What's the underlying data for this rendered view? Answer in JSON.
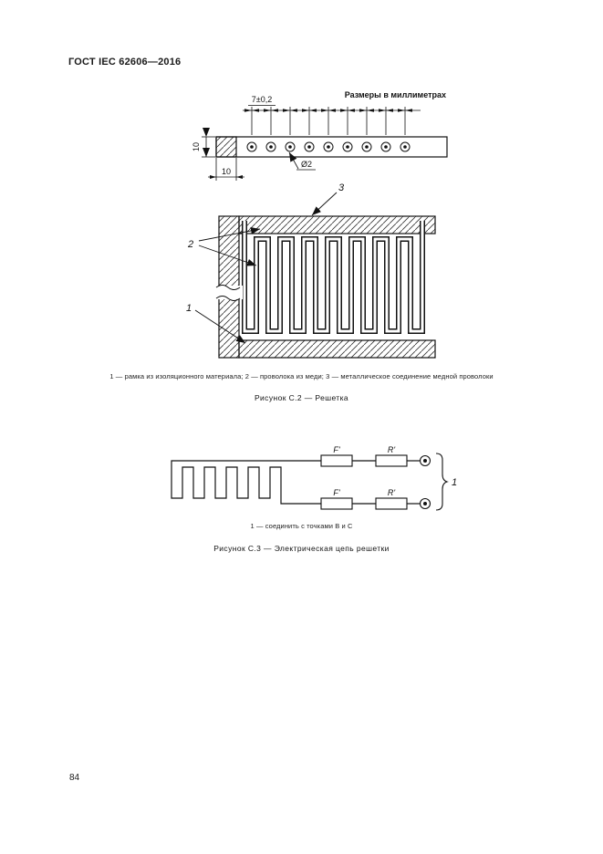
{
  "page": {
    "header": "ГОСТ IEC 62606—2016",
    "number": "84"
  },
  "figure_c2": {
    "units_note": "Размеры в миллиметрах",
    "dims": {
      "pitch": "7±0,2",
      "height": "10",
      "width": "10",
      "hole": "Ø2"
    },
    "callouts": {
      "c1": "1",
      "c2": "2",
      "c3": "3"
    },
    "legend": "1 — рамка из изоляционного материала; 2 — проволока из меди; 3 — металлическое соединение медной проволоки",
    "caption": "Рисунок С.2 — Решетка"
  },
  "figure_c3": {
    "labels": {
      "fuse": "F'",
      "resistor": "R'"
    },
    "callout_1": "1",
    "legend": "1 — соединить с точками В и С",
    "caption": "Рисунок С.3 — Электрическая цепь решетки"
  }
}
